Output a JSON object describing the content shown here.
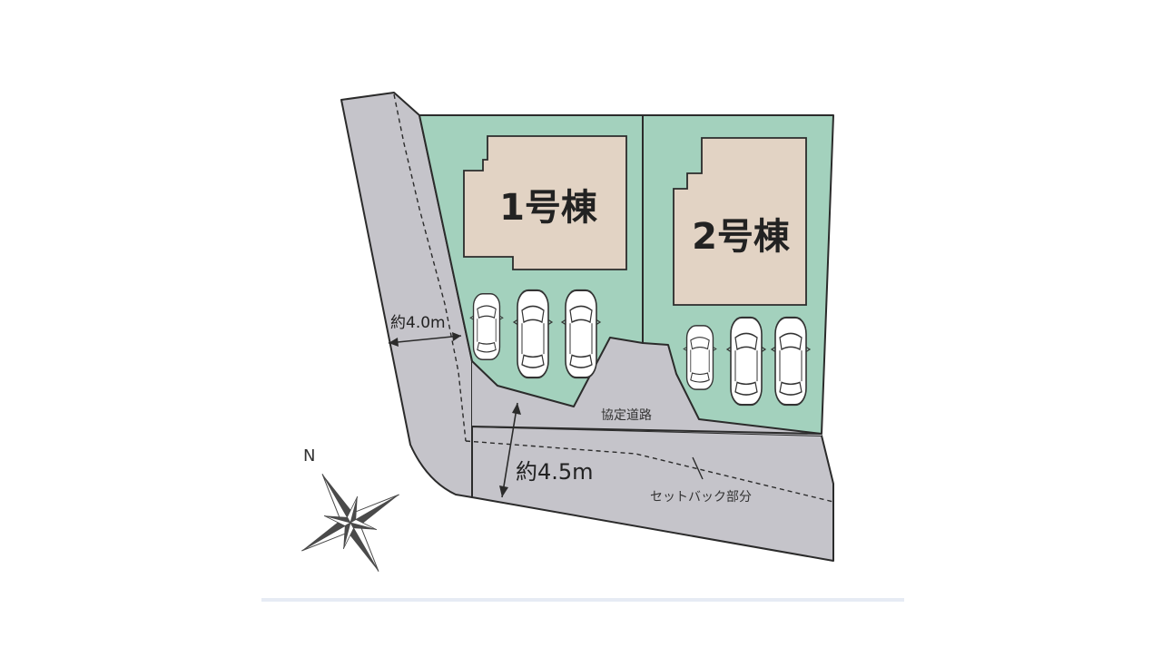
{
  "buildings": [
    {
      "label": "1号棟"
    },
    {
      "label": "2号棟"
    }
  ],
  "road_labels": {
    "west_width": "約4.0m",
    "south_width": "約4.5m",
    "private_road": "協定道路",
    "setback": "セットバック部分"
  },
  "compass": {
    "north_label": "N"
  },
  "colors": {
    "lot": "#a3d1bd",
    "building": "#e2d3c4",
    "road": "#c5c4ca",
    "outline": "#2b2b2b",
    "car_fill": "#ffffff"
  },
  "parking": {
    "lot1_cars": 3,
    "lot2_cars": 3
  }
}
